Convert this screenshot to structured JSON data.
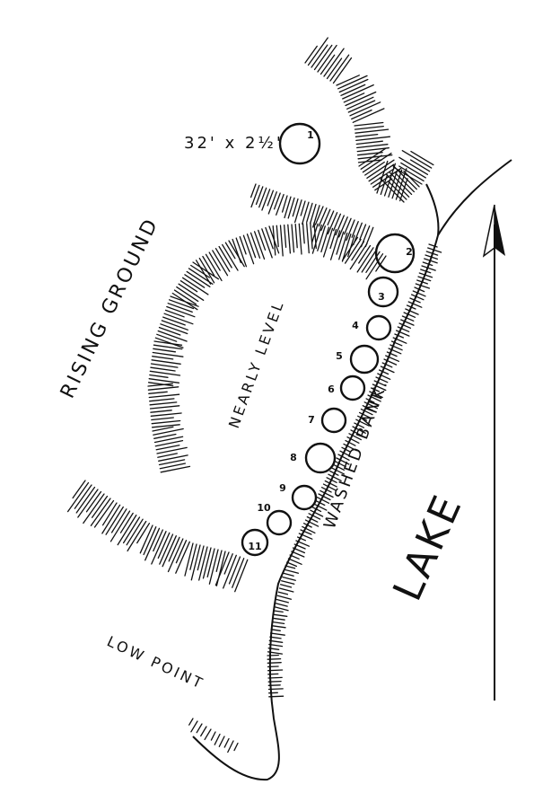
{
  "labels": {
    "mound_size": "32' x 2½'",
    "rising_ground": "RISING GROUND",
    "nearly_level": "NEARLY LEVEL",
    "washed_bank": "WASHED BANK.",
    "lake": "LAKE",
    "low_point": "LOW POINT"
  },
  "mounds": [
    "1",
    "2",
    "3",
    "4",
    "5",
    "6",
    "7",
    "8",
    "9",
    "10",
    "11"
  ],
  "icons": {
    "north_arrow": "north-arrow-icon"
  }
}
